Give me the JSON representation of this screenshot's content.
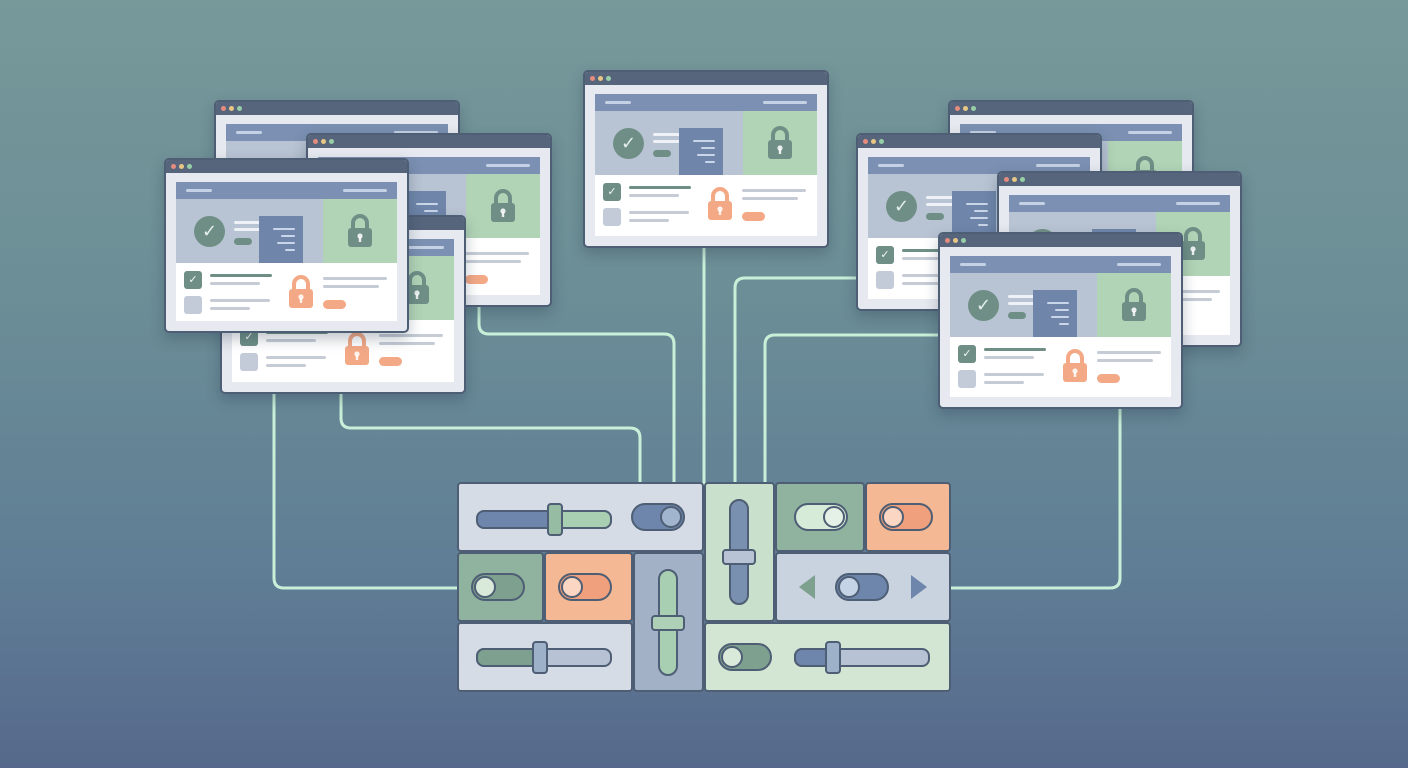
{
  "colors": {
    "background_top": "#77999a",
    "background_bottom": "#56698c",
    "connector": "#c8f0d8",
    "frame": "#4e5e74",
    "navbar": "#7b90b2",
    "hero": "#b8c4d3",
    "check_green": "#6f8f86",
    "lock_panel": "#b2d4b6",
    "lock_orange": "#f3a986",
    "tile_green": "#c9e0cc",
    "tile_orange": "#f4b994",
    "tile_slate": "#a2b1c6"
  },
  "icons": {
    "check": "check-icon",
    "lock": "lock-icon",
    "left_arrow": "left-arrow-icon",
    "right_arrow": "right-arrow-icon"
  },
  "windows": [
    {
      "id": "w1"
    },
    {
      "id": "w2"
    },
    {
      "id": "w3"
    },
    {
      "id": "w4"
    },
    {
      "id": "w5"
    },
    {
      "id": "w6"
    },
    {
      "id": "w7"
    },
    {
      "id": "w8"
    },
    {
      "id": "w9"
    }
  ],
  "controls": {
    "sliders": [
      {
        "id": "slider-top-left",
        "orientation": "horizontal",
        "level": 0.55
      },
      {
        "id": "slider-bottom-left",
        "orientation": "horizontal",
        "level": 0.45
      },
      {
        "id": "slider-bottom-right",
        "orientation": "horizontal",
        "level": 0.3
      },
      {
        "id": "slider-vertical-center",
        "orientation": "vertical",
        "level": 0.55
      },
      {
        "id": "slider-vertical-lower",
        "orientation": "vertical",
        "level": 0.5
      }
    ],
    "toggles": [
      {
        "id": "toggle-top-left",
        "state": "on"
      },
      {
        "id": "toggle-green-top",
        "state": "off"
      },
      {
        "id": "toggle-orange-top",
        "state": "off"
      },
      {
        "id": "toggle-green-mid",
        "state": "off"
      },
      {
        "id": "toggle-orange-mid",
        "state": "off"
      },
      {
        "id": "toggle-arrows",
        "state": "off"
      },
      {
        "id": "toggle-bottom-right",
        "state": "off"
      }
    ]
  }
}
